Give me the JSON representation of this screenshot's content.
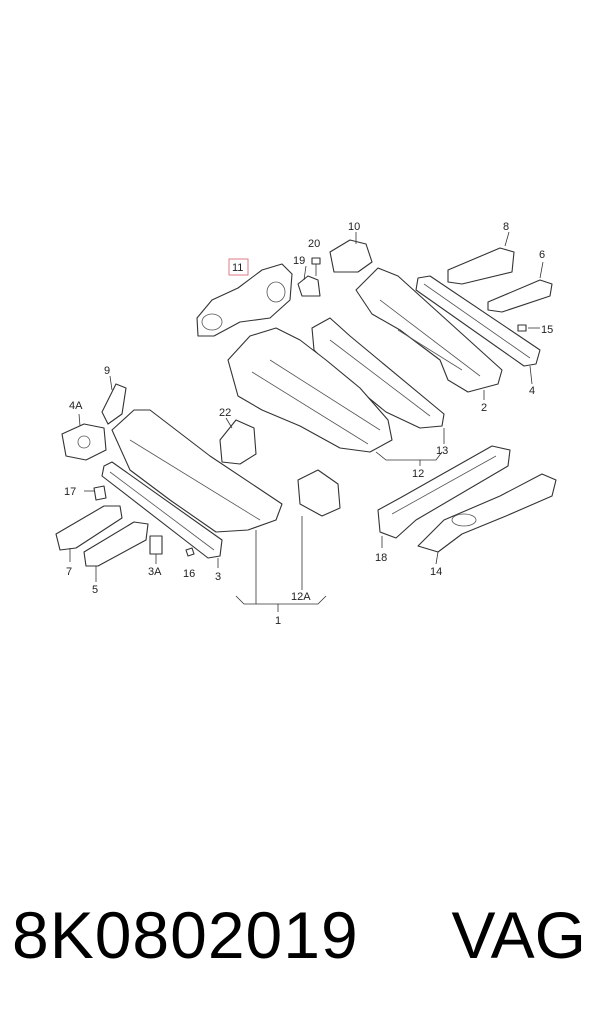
{
  "callouts": {
    "c1": "1",
    "c2": "2",
    "c3": "3",
    "c3A": "3A",
    "c4": "4",
    "c4A": "4A",
    "c5": "5",
    "c6": "6",
    "c7": "7",
    "c8": "8",
    "c9": "9",
    "c10": "10",
    "c11": "11",
    "c12": "12",
    "c12A": "12A",
    "c13": "13",
    "c14": "14",
    "c15": "15",
    "c16": "16",
    "c17": "17",
    "c18": "18",
    "c19": "19",
    "c20": "20",
    "c22": "22"
  },
  "highlighted_callout": "11",
  "colors": {
    "highlight": "#e07a8a",
    "line": "#333333"
  },
  "footer": {
    "part_number": "8K0802019",
    "brand": "VAG"
  }
}
